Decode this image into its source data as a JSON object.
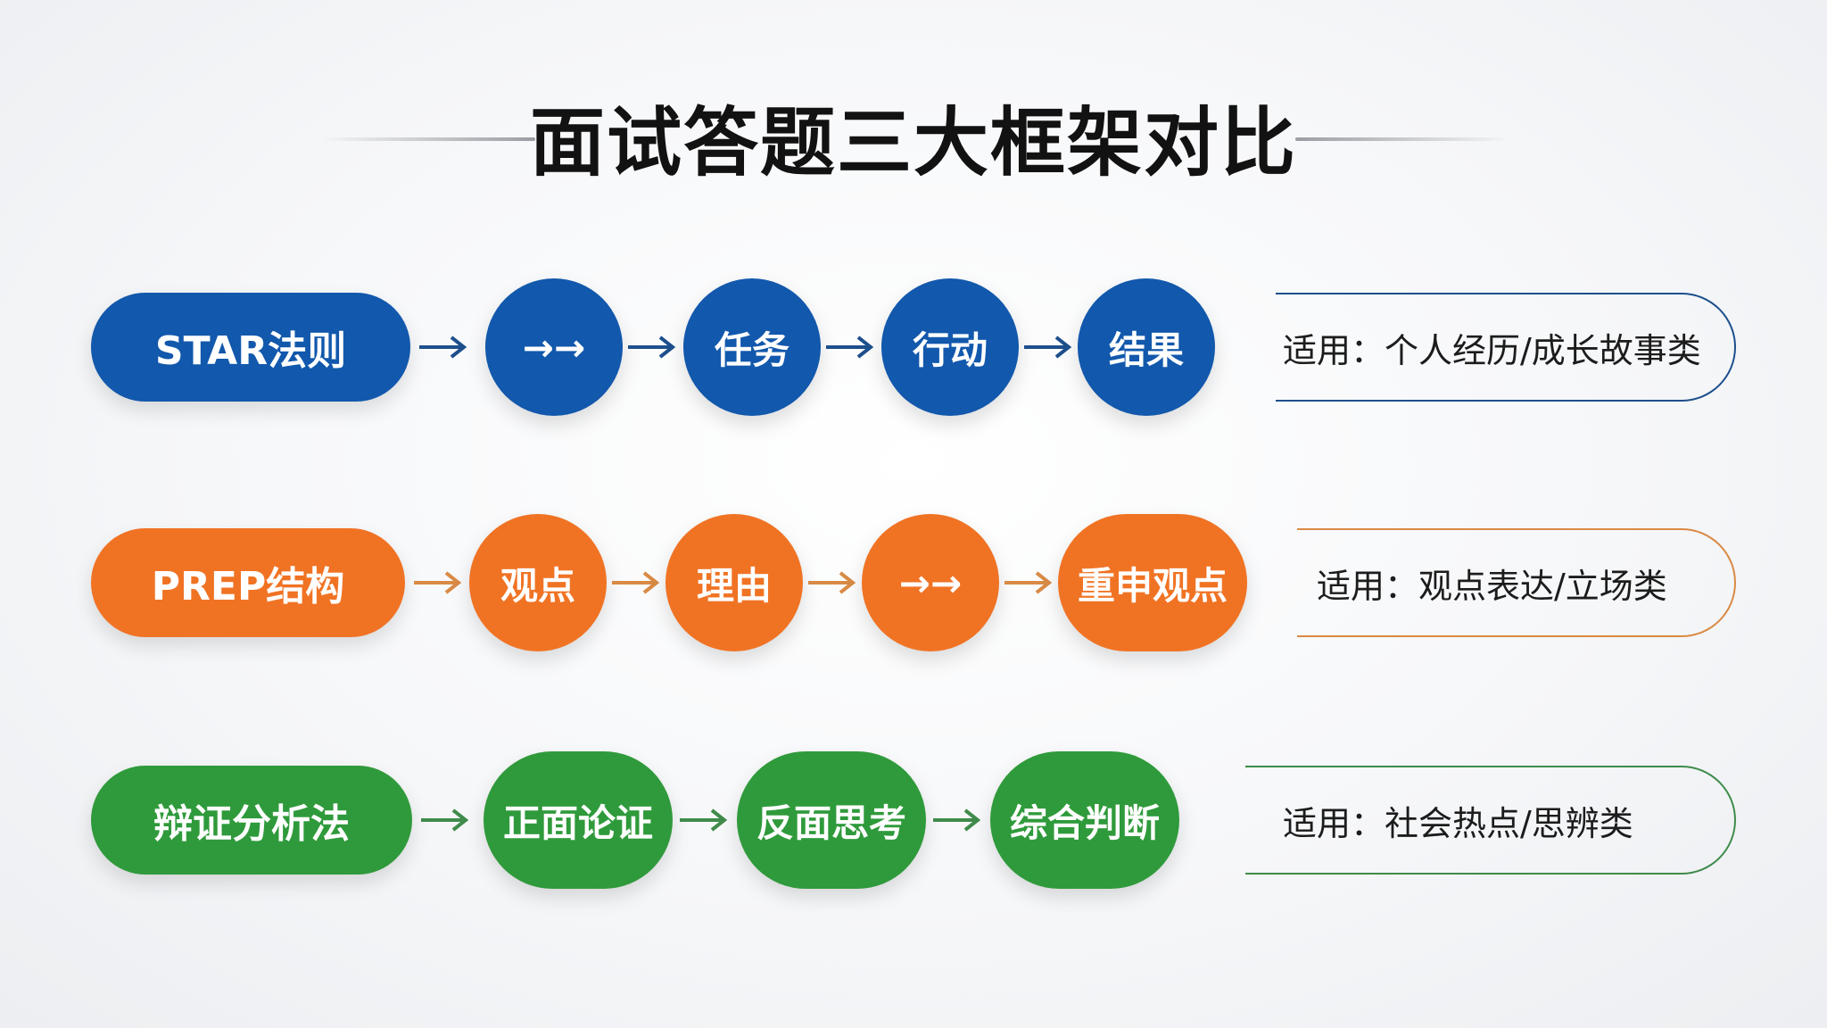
{
  "title": "面试答题三大框架对比",
  "colors": {
    "blue": "#1258ac",
    "orange": "#f07324",
    "green": "#2f9a3b",
    "blue_line": "#1d4f8c",
    "orange_line": "#d98a45",
    "green_line": "#3f8b4b"
  },
  "frameworks": [
    {
      "name": "STAR法则",
      "steps": [
        "→→",
        "任务",
        "行动",
        "结果"
      ],
      "note": "适用：个人经历/成长故事类"
    },
    {
      "name": "PREP结构",
      "steps": [
        "观点",
        "理由",
        "→→",
        "重申观点"
      ],
      "note": "适用：观点表达/立场类"
    },
    {
      "name": "辩证分析法",
      "steps": [
        "正面论证",
        "反面思考",
        "综合判断"
      ],
      "note": "适用：社会热点/思辨类"
    }
  ]
}
